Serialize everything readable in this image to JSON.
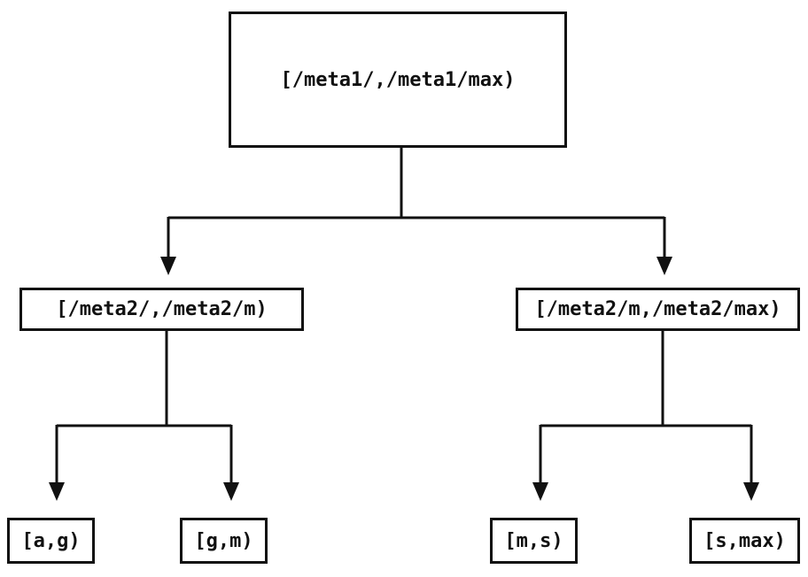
{
  "diagram": {
    "description": "binary partition tree of key ranges",
    "line_color": "#111111",
    "background_color": "#ffffff",
    "nodes": {
      "root": {
        "label": "[/meta1/,/meta1/max)"
      },
      "left": {
        "label": "[/meta2/,/meta2/m)"
      },
      "right": {
        "label": "[/meta2/m,/meta2/max)"
      },
      "leaf_ag": {
        "label": "[a,g)"
      },
      "leaf_gm": {
        "label": "[g,m)"
      },
      "leaf_ms": {
        "label": "[m,s)"
      },
      "leaf_smax": {
        "label": "[s,max)"
      }
    },
    "edges": [
      {
        "from": "root",
        "to": "left"
      },
      {
        "from": "root",
        "to": "right"
      },
      {
        "from": "left",
        "to": "leaf_ag"
      },
      {
        "from": "left",
        "to": "leaf_gm"
      },
      {
        "from": "right",
        "to": "leaf_ms"
      },
      {
        "from": "right",
        "to": "leaf_smax"
      }
    ]
  }
}
